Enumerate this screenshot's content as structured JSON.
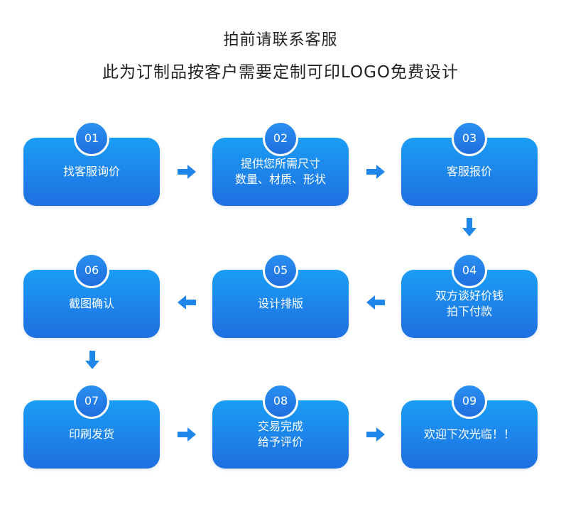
{
  "header": {
    "line1": "拍前请联系客服",
    "line2": "此为订制品按客户需要定制可印LOGO免费设计"
  },
  "steps": [
    {
      "num": "01",
      "lines": [
        "找客服询价"
      ]
    },
    {
      "num": "02",
      "lines": [
        "提供您所需尺寸",
        "数量、材质、形状"
      ]
    },
    {
      "num": "03",
      "lines": [
        "客服报价"
      ]
    },
    {
      "num": "04",
      "lines": [
        "双方谈好价钱",
        "拍下付款"
      ]
    },
    {
      "num": "05",
      "lines": [
        "设计排版"
      ]
    },
    {
      "num": "06",
      "lines": [
        "截图确认"
      ]
    },
    {
      "num": "07",
      "lines": [
        "印刷发货"
      ]
    },
    {
      "num": "08",
      "lines": [
        "交易完成",
        "给予评价"
      ]
    },
    {
      "num": "09",
      "lines": [
        "欢迎下次光临！！"
      ]
    }
  ],
  "colors": {
    "accent": "#1f6fe0",
    "accent_light": "#1a9df5",
    "arrow": "#1f86ea"
  },
  "icons": {
    "arrow": "arrow-icon"
  }
}
